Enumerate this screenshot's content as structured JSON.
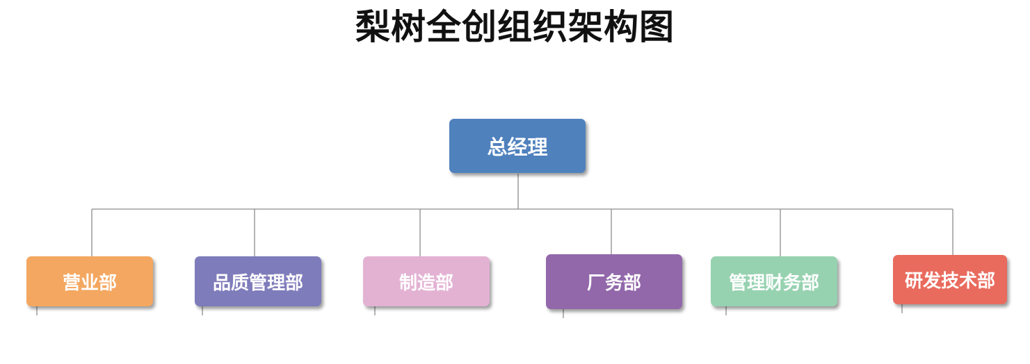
{
  "title": "梨树全创组织架构图",
  "root": {
    "label": "总经理",
    "color": "#4F81BD"
  },
  "departments": [
    {
      "label": "营业部",
      "color": "#F4A760"
    },
    {
      "label": "品质管理部",
      "color": "#7F7CBB"
    },
    {
      "label": "制造部",
      "color": "#E3B2D3"
    },
    {
      "label": "厂务部",
      "color": "#9268AA"
    },
    {
      "label": "管理财务部",
      "color": "#97D2B0"
    },
    {
      "label": "研发技术部",
      "color": "#E96B5E"
    }
  ],
  "connector_color": "#8C8C8C"
}
